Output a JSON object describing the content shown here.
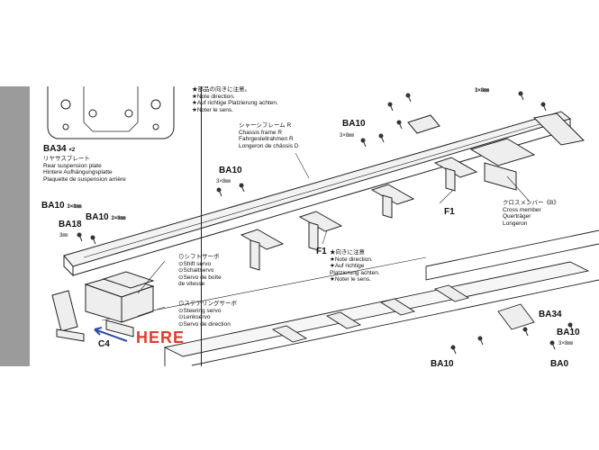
{
  "colors": {
    "accent": "#e03c2c",
    "arrow": "#2f4aa8",
    "sidebar": "#9b9b9b"
  },
  "inset": {
    "part": "BA34",
    "qty": "×2",
    "lines": [
      "リヤサスプレート",
      "Rear suspension plate",
      "Hintere Aufhängungsplatte",
      "Plaquette de suspension arrière"
    ]
  },
  "note_top": [
    "★部品の向きに注意。",
    "★Note direction.",
    "★Auf richtige Platzierung achten.",
    "★Noter le sens."
  ],
  "note_mid": [
    "★向きに注意",
    "★Note direction.",
    "★Auf richtige",
    "Platzierung achten.",
    "★Noter le sens."
  ],
  "chassis_frame": [
    "シャーシフレーム R",
    "Chassis frame R",
    "Fahrgestellrahmen R",
    "Longeron de châssis D"
  ],
  "cross_member": [
    "クロスメンバー《B》",
    "Cross member",
    "Querträger",
    "Longeron"
  ],
  "shift_servo": [
    "⊙シフトサーボ",
    "⊙Shift servo",
    "⊙Schaltservo",
    "⊙Servo de boîte",
    "de vitesse"
  ],
  "steering_servo": [
    "⊙ステアリングサーボ",
    "⊙Steering servo",
    "⊙Lenkservo",
    "⊙Servo de direction"
  ],
  "parts": {
    "ba10": "BA10",
    "ba18": "BA18",
    "ba34": "BA34",
    "f1": "F1",
    "c4": "C4",
    "size_3x8": "3×8㎜",
    "size_3": "3㎜",
    "ba10_partial": "BA10",
    "ba_partial": "BA0"
  },
  "annotation": {
    "here": "HERE"
  }
}
